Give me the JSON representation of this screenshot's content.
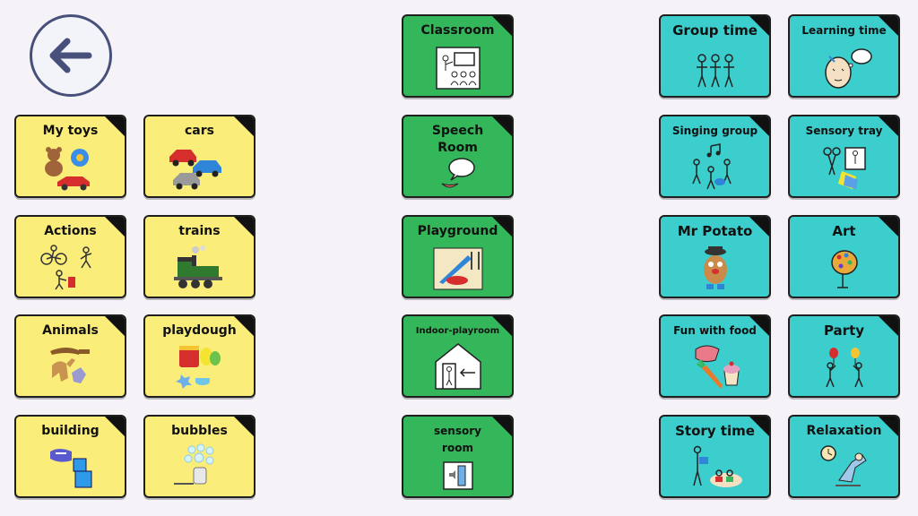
{
  "tiles": {
    "my_toys": "My toys",
    "cars": "cars",
    "actions": "Actions",
    "trains": "trains",
    "animals": "Animals",
    "playdough": "playdough",
    "building": "building",
    "bubbles": "bubbles",
    "classroom": "Classroom",
    "speech_room_1": "Speech",
    "speech_room_2": "Room",
    "playground": "Playground",
    "indoor_playroom": "Indoor-playroom",
    "sensory_room_1": "sensory",
    "sensory_room_2": "room",
    "group_time": "Group time",
    "learning_time": "Learning time",
    "singing_group": "Singing group",
    "sensory_tray": "Sensory tray",
    "mr_potato": "Mr Potato",
    "art": "Art",
    "fun_with_food": "Fun with food",
    "party": "Party",
    "story_time": "Story time",
    "relaxation": "Relaxation"
  },
  "colors": {
    "yellow": "#fbed7a",
    "green": "#34b75a",
    "teal": "#3ccdcd",
    "back_ring": "#47507a"
  },
  "icons": {
    "back": "arrow-left-icon"
  }
}
